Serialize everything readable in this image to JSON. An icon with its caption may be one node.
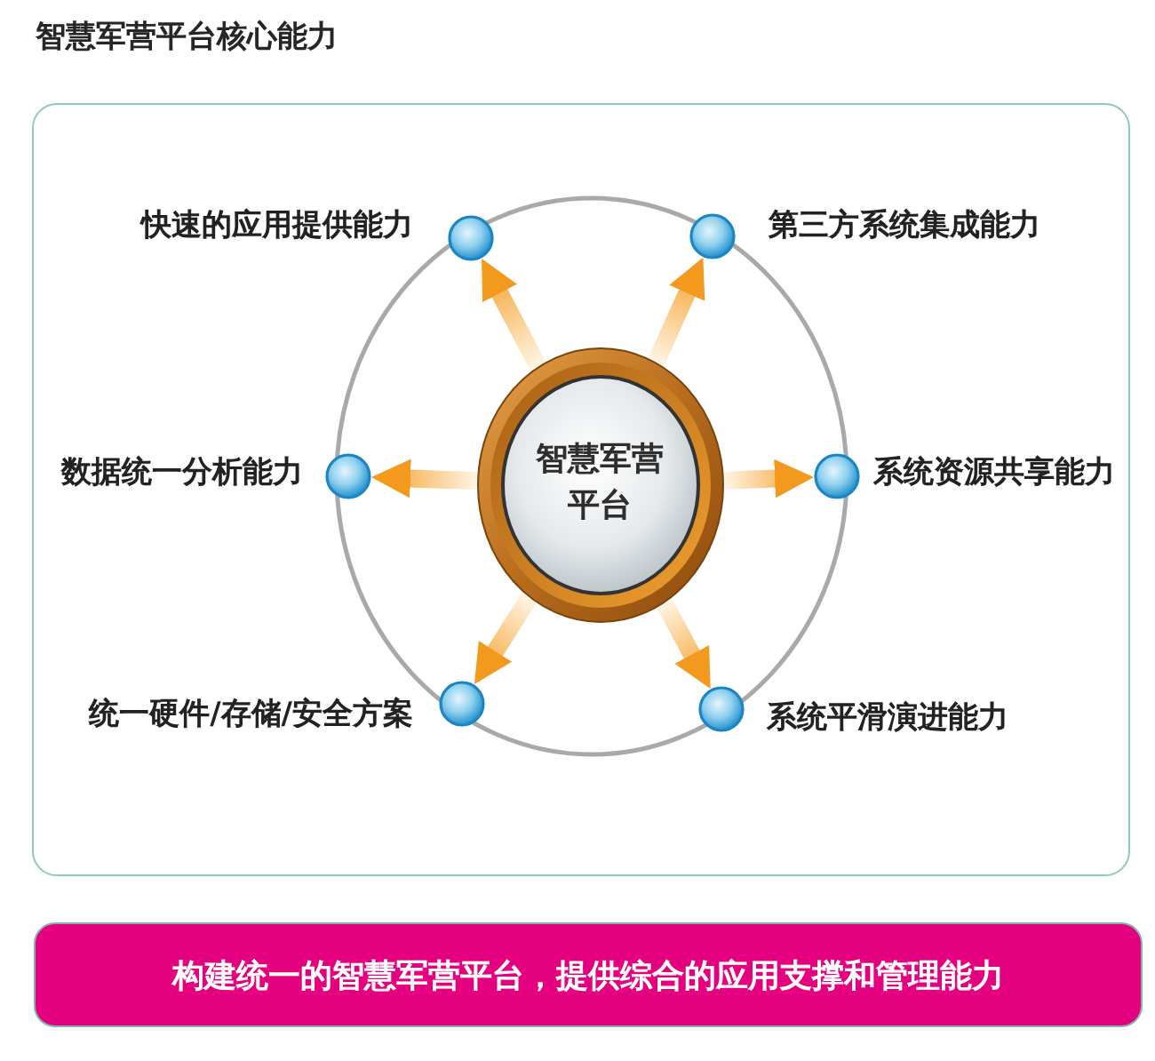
{
  "diagram": {
    "title": "智慧军营平台核心能力",
    "nodes": [
      {
        "text": [],
        "shape": "box"
      },
      {
        "text": [
          "智慧军营平台"
        ],
        "in": 0
      },
      {
        "text": [],
        "shape": "circle",
        "beside": [
          "快速的应用提供能力"
        ],
        "in": 0
      },
      {
        "text": [],
        "shape": "circle",
        "beside": [
          "第三方系统集成能力"
        ],
        "in": 0
      },
      {
        "text": [],
        "shape": "circle",
        "beside": [
          "数据统一分析能力"
        ],
        "in": 0
      },
      {
        "text": [],
        "shape": "circle",
        "beside": [
          "系统资源共享能力"
        ],
        "in": 0
      },
      {
        "text": [],
        "shape": "circle",
        "beside": [
          "统一硬件/存储/安全方案"
        ],
        "in": 0
      },
      {
        "text": [],
        "shape": "circle",
        "beside": [
          "系统平滑演进能力"
        ],
        "in": 0
      },
      {
        "text": [
          "构建统一的智慧军营平台，提供综合的应用支撑和管理能力"
        ]
      }
    ],
    "edges": [
      {
        "from": 1,
        "to": 2,
        "arrow": "to"
      },
      {
        "from": 1,
        "to": 3,
        "arrow": "to"
      },
      {
        "from": 1,
        "to": 4,
        "arrow": "to"
      },
      {
        "from": 1,
        "to": 5,
        "arrow": "to"
      },
      {
        "from": 1,
        "to": 6,
        "arrow": "to"
      },
      {
        "from": 1,
        "to": 7,
        "arrow": "to"
      }
    ]
  }
}
